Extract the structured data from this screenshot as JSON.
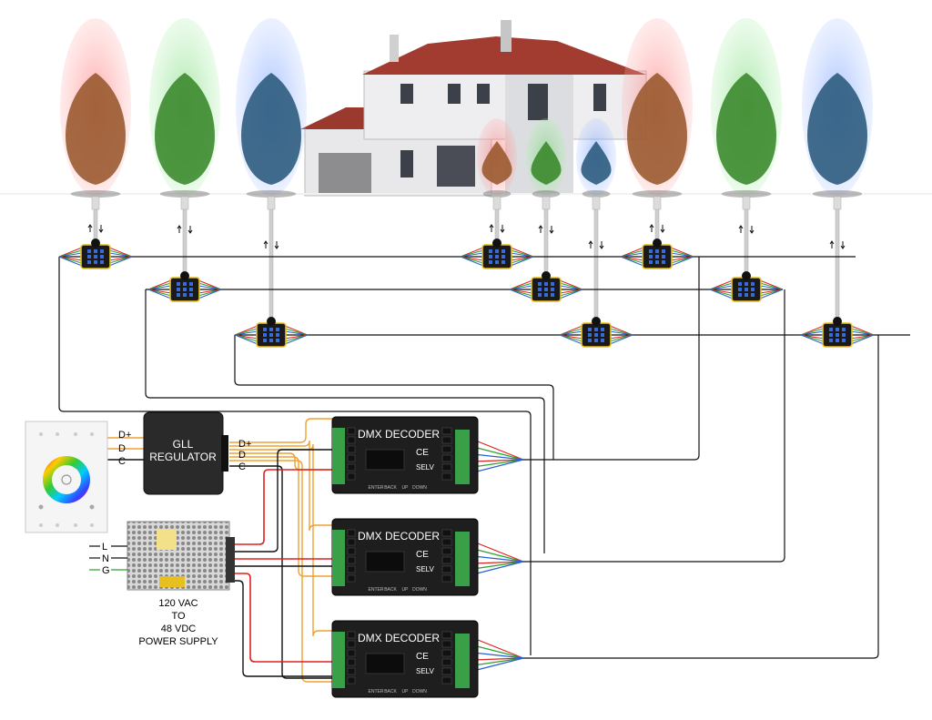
{
  "wall_panel": {
    "terminals": [
      "D+",
      "D",
      "C"
    ]
  },
  "regulator": {
    "name_line1": "GLL",
    "name_line2": "REGULATOR",
    "out_terminals": [
      "D+",
      "D",
      "C"
    ]
  },
  "decoders": [
    {
      "title": "DMX DECODER",
      "selv": "SELV",
      "ce": "CE",
      "buttons": [
        "ENTER",
        "BACK",
        "UP",
        "DOWN"
      ]
    },
    {
      "title": "DMX DECODER",
      "selv": "SELV",
      "ce": "CE",
      "buttons": [
        "ENTER",
        "BACK",
        "UP",
        "DOWN"
      ]
    },
    {
      "title": "DMX DECODER",
      "selv": "SELV",
      "ce": "CE",
      "buttons": [
        "ENTER",
        "BACK",
        "UP",
        "DOWN"
      ]
    }
  ],
  "power_supply": {
    "inputs": [
      "L",
      "N",
      "G"
    ],
    "caption_line1": "120 VAC",
    "caption_line2": "TO",
    "caption_line3": "48 VDC",
    "caption_line4": "POWER SUPPLY"
  },
  "colors": {
    "red": "#e02020",
    "green": "#2ca02c",
    "blue": "#2a5fd0",
    "orange": "#f0a030",
    "black": "#111111"
  },
  "trees": [
    {
      "color": "red"
    },
    {
      "color": "green"
    },
    {
      "color": "blue"
    },
    {
      "color": "red"
    },
    {
      "color": "green"
    },
    {
      "color": "blue"
    },
    {
      "color": "red"
    },
    {
      "color": "green"
    },
    {
      "color": "blue"
    }
  ]
}
